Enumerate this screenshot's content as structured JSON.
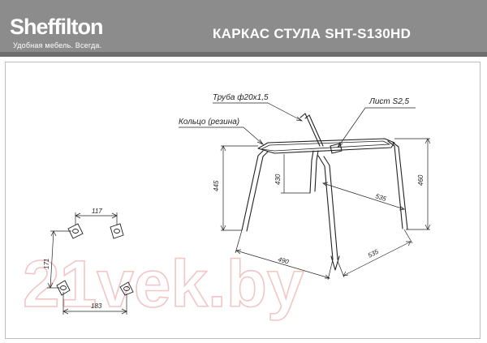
{
  "header": {
    "brand": "Sheffilton",
    "tagline": "Удобная мебель. Всегда.",
    "title": "КАРКАС СТУЛА SHT-S130HD"
  },
  "callouts": {
    "tube": "Труба ф20х1,5",
    "sheet": "Лист S2,5",
    "ring": "Кольцо (резина)"
  },
  "dimensions": {
    "leg_height_left": "445",
    "center_height": "430",
    "leg_height_right": "460",
    "diagonal": "535",
    "base_left": "490",
    "base_right": "535",
    "plate_top": "117",
    "plate_side": "171",
    "plate_bottom": "183"
  },
  "watermark": "21vek.by",
  "colors": {
    "header_bg": "#8c8c8c",
    "line": "#222222",
    "watermark": "#f2c6c6"
  }
}
